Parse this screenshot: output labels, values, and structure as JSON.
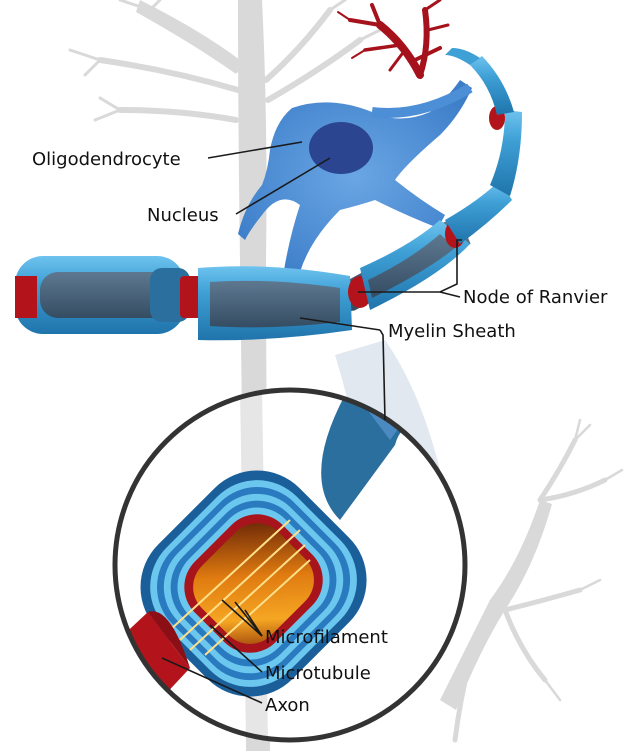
{
  "labels": {
    "oligodendrocyte": "Oligodendrocyte",
    "nucleus": "Nucleus",
    "node_of_ranvier": "Node of Ranvier",
    "myelin_sheath": "Myelin Sheath",
    "microfilament": "Microfilament",
    "microtubule": "Microtubule",
    "axon": "Axon"
  },
  "colors": {
    "background_neuron": "#d9d9d9",
    "myelin_light": "#3fa0d6",
    "myelin_dark": "#2a6f9e",
    "axon_core": "#3e5870",
    "node_red": "#b3141b",
    "dendrite_red": "#a5121c",
    "oligodendrocyte_body": "#4d8fd6",
    "nucleus": "#2b4590",
    "microfilament_fill": "#e8930f",
    "lens_ring": "#333333"
  }
}
